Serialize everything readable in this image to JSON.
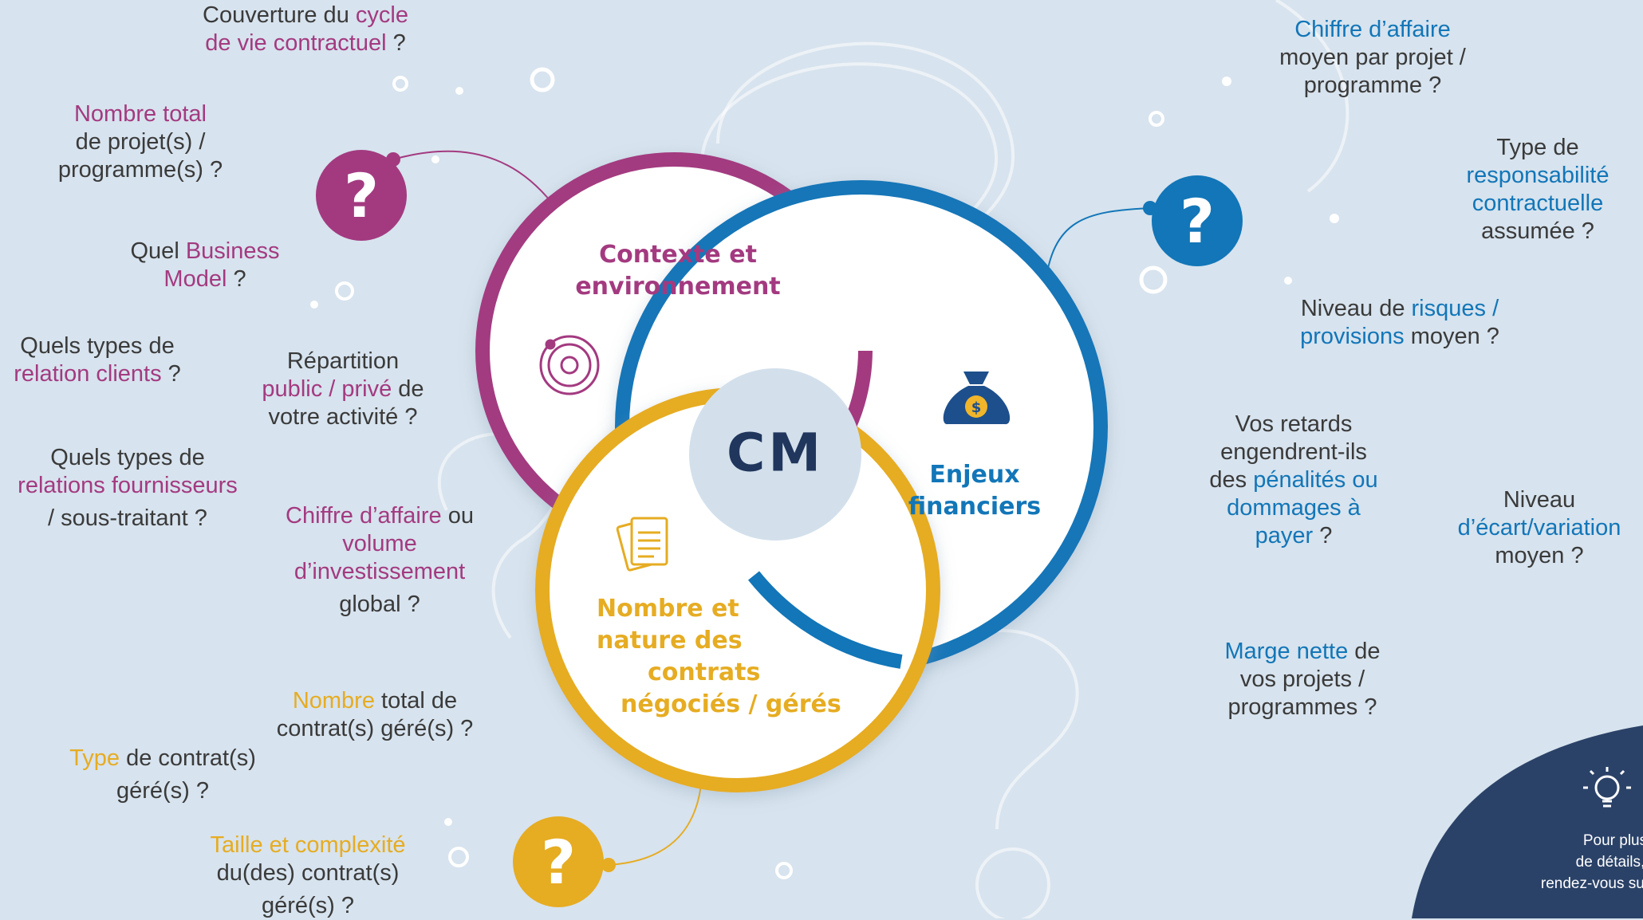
{
  "center": {
    "label": "CM"
  },
  "circles": {
    "context": {
      "line1": "Contexte et",
      "line2": "environnement",
      "color": "#a33a80"
    },
    "finance": {
      "line1": "Enjeux",
      "line2": "financiers",
      "color": "#1276b8"
    },
    "contracts": {
      "line1": "Nombre et",
      "line2": "nature des",
      "line3": "contrats",
      "line4": "négociés / gérés",
      "color": "#e6ac22"
    }
  },
  "questions": {
    "cycle": {
      "t1": "Couverture du ",
      "h1": "cycle",
      "h2": "de vie contractuel",
      "t2": " ?"
    },
    "nb_projets": {
      "h1": "Nombre total",
      "t1": "de projet(s) /",
      "t2": "programme(s) ?"
    },
    "business": {
      "t1": "Quel ",
      "h1": "Business",
      "h2": "Model",
      "t2": " ?"
    },
    "rel_clients": {
      "t1": "Quels types de",
      "h1": "relation clients",
      "t2": " ?"
    },
    "repartition": {
      "t1": "Répartition",
      "h1": "public / privé",
      "t2": " de",
      "t3": "votre activité ?"
    },
    "rel_fourn": {
      "t1": "Quels types de",
      "h1": "relations fournisseurs",
      "t2": "/ sous-traitant ?"
    },
    "ca_invest": {
      "h1": "Chiffre d’affaire",
      "t1": " ou",
      "h2": "volume",
      "h3": "d’investissement",
      "t2": "global ?"
    },
    "nb_contrats": {
      "h1": "Nombre",
      "t1": " total de",
      "t2": "contrat(s) géré(s) ?"
    },
    "type_contrat": {
      "h1": "Type",
      "t1": " de contrat(s)",
      "t2": "géré(s) ?"
    },
    "taille": {
      "h1": "Taille et complexité",
      "t1": "du(des) contrat(s)",
      "t2": "géré(s) ?"
    },
    "ca_projet": {
      "h1": "Chiffre d’affaire",
      "t1": "moyen par projet /",
      "t2": "programme ?"
    },
    "responsabilite": {
      "t1": "Type de",
      "h1": "responsabilité",
      "h2": "contractuelle",
      "t2": "assumée ?"
    },
    "risques": {
      "t1": "Niveau de ",
      "h1": "risques /",
      "h2": "provisions",
      "t2": " moyen ?"
    },
    "retards": {
      "t1": "Vos retards",
      "t2": "engendrent-ils",
      "t3": "des ",
      "h1": "pénalités ou",
      "h2": "dommages à",
      "h3": "payer",
      "t4": " ?"
    },
    "ecart": {
      "t1": "Niveau",
      "h1": "d’écart/variation",
      "t2": "moyen ?"
    },
    "marge": {
      "h1": "Marge nette",
      "t1": " de",
      "t2": "vos projets /",
      "t3": "programmes ?"
    }
  },
  "corner": {
    "line1": "Pour plus",
    "line2": "de détails,",
    "line3": "rendez-vous sur"
  },
  "icons": {
    "context": "orbit-gear-icon",
    "finance": "money-bag-icon",
    "contracts": "documents-icon",
    "badge": "question-mark-icon",
    "corner": "lightbulb-icon"
  },
  "colors": {
    "background": "#d7e3ee",
    "magenta": "#a33a80",
    "blue": "#1276b8",
    "yellow": "#e6ac22",
    "navy": "#20365c",
    "text": "#3a3a3a"
  }
}
